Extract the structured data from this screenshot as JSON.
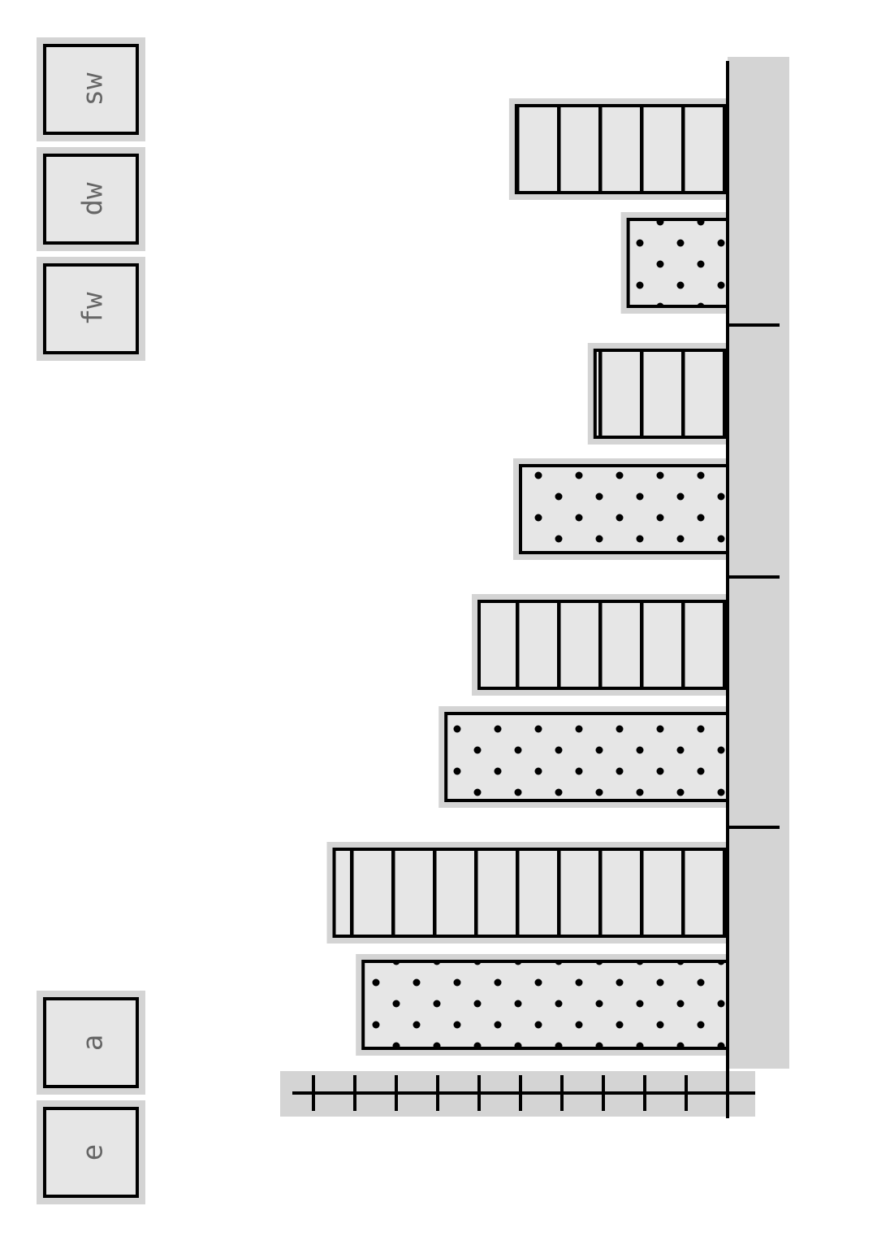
{
  "chart_data": {
    "type": "bar",
    "orientation": "rotated-90",
    "title": "",
    "xlabel": "",
    "ylabel": "",
    "categories": [
      "",
      "",
      ""
    ],
    "series": [
      {
        "name": "",
        "legend_label": "a",
        "pattern": "dots",
        "values": [
          8.8,
          6.8,
          5.0
        ]
      },
      {
        "name": "",
        "legend_label": "e",
        "pattern": "vertical-lines",
        "values": [
          9.5,
          6.0,
          3.2
        ]
      },
      {
        "name": "",
        "legend_label": "",
        "pattern": "dots",
        "values": [
          null,
          null,
          2.4
        ]
      }
    ],
    "ylim": [
      0,
      10.5
    ],
    "ytick_count": 11,
    "legend_upper": [
      {
        "label": "sw"
      },
      {
        "label": "dw"
      },
      {
        "label": "fw"
      }
    ],
    "legend_lower": [
      {
        "label": "a"
      },
      {
        "label": "e"
      }
    ],
    "colors": {
      "bar_fill": "#e6e6e6",
      "shadow": "#d4d4d4",
      "stroke": "#000000",
      "label": "#666666"
    },
    "grid": false
  }
}
